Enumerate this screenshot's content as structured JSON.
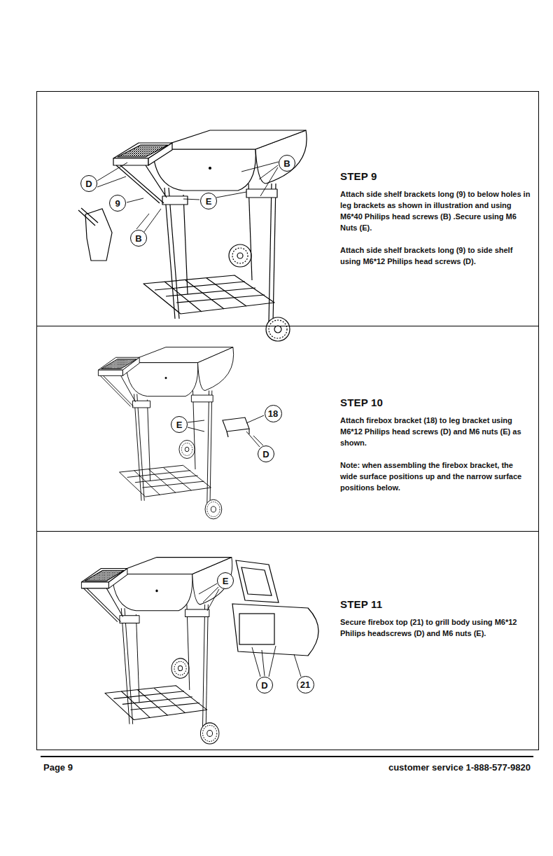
{
  "diagram": {
    "nodes": [
      {
        "text": [
          "STEP 9",
          "Attach side shelf brackets long (9) to below holes in leg brackets as shown in illustration and using M6*40 Philips head screws (B) .Secure using M6 Nuts (E).",
          "Attach side shelf brackets long (9) to side shelf using M6*12 Philips head screws (D)."
        ]
      },
      {
        "text": [
          "B"
        ],
        "in": 0
      },
      {
        "text": [
          "D"
        ],
        "in": 0
      },
      {
        "text": [
          "E"
        ],
        "in": 0
      },
      {
        "text": [
          "9"
        ],
        "in": 0
      },
      {
        "text": [
          "B"
        ],
        "in": 0
      },
      {
        "text": [
          "STEP 10",
          "Attach firebox bracket (18) to leg bracket using M6*12 Philips head screws (D) and M6 nuts (E) as shown.",
          "Note: when assembling the firebox bracket, the wide surface positions up and the narrow surface positions below."
        ]
      },
      {
        "text": [
          "18"
        ],
        "in": 6
      },
      {
        "text": [
          "E"
        ],
        "in": 6
      },
      {
        "text": [
          "D"
        ],
        "in": 6
      },
      {
        "text": [
          "STEP 11",
          "Secure firebox top (21) to grill body using M6*12 Philips headscrews (D) and M6 nuts (E)."
        ]
      },
      {
        "text": [
          "E"
        ],
        "in": 10
      },
      {
        "text": [
          "D"
        ],
        "in": 10
      },
      {
        "text": [
          "21"
        ],
        "in": 10
      }
    ],
    "labels": [
      "Page 9",
      "customer service 1-888-577-9820"
    ]
  }
}
